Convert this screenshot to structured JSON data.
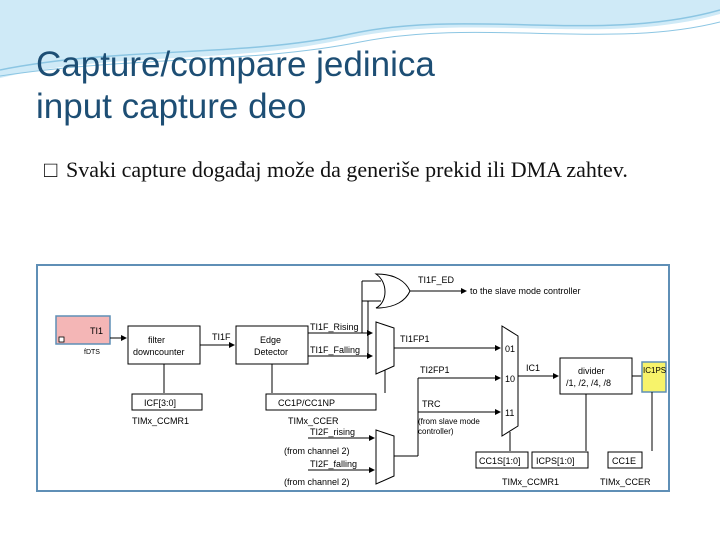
{
  "slide": {
    "title_line1": "Capture/compare jedinica",
    "title_line2": "input capture deo",
    "bullet_marker": "□",
    "bullet_text": "Svaki capture događaj može da generiše prekid ili DMA zahtev."
  },
  "colors": {
    "title": "#1d4e74",
    "wave_fill": "#cfeaf7",
    "wave_line": "#8cc6e3",
    "frame": "#5f8fb6",
    "input_highlight": "#f4b6b6",
    "output_highlight": "#f7f36a"
  },
  "diagram": {
    "input": "TI1",
    "input_sub": "fDTS",
    "filter_l1": "filter",
    "filter_l2": "downcounter",
    "ti1f": "TI1F",
    "edge_l1": "Edge",
    "edge_l2": "Detector",
    "rising": "TI1F_Rising",
    "falling": "TI1F_Falling",
    "ti1f_ed": "TI1F_ED",
    "slave": "to the slave mode controller",
    "ti1fp1": "TI1FP1",
    "ti2fp1": "TI2FP1",
    "trc": "TRC",
    "from_slave_l1": "(from slave mode",
    "from_slave_l2": "controller)",
    "ti2f_rising": "TI2F_rising",
    "from_ch2_a": "(from channel 2)",
    "ti2f_falling": "TI2F_falling",
    "from_ch2_b": "(from channel 2)",
    "mux_01": "01",
    "mux_10": "10",
    "mux_11": "11",
    "ic1": "IC1",
    "divider": "divider",
    "divider_vals": "/1, /2, /4, /8",
    "ic1ps": "IC1PS",
    "icf": "ICF[3:0]",
    "ccmr1_a": "TIMx_CCMR1",
    "cc1p": "CC1P/CC1NP",
    "ccer_a": "TIMx_CCER",
    "cc1s": "CC1S[1:0]",
    "icps": "ICPS[1:0]",
    "ccmr1_b": "TIMx_CCMR1",
    "cc1e": "CC1E",
    "ccer_b": "TIMx_CCER"
  }
}
